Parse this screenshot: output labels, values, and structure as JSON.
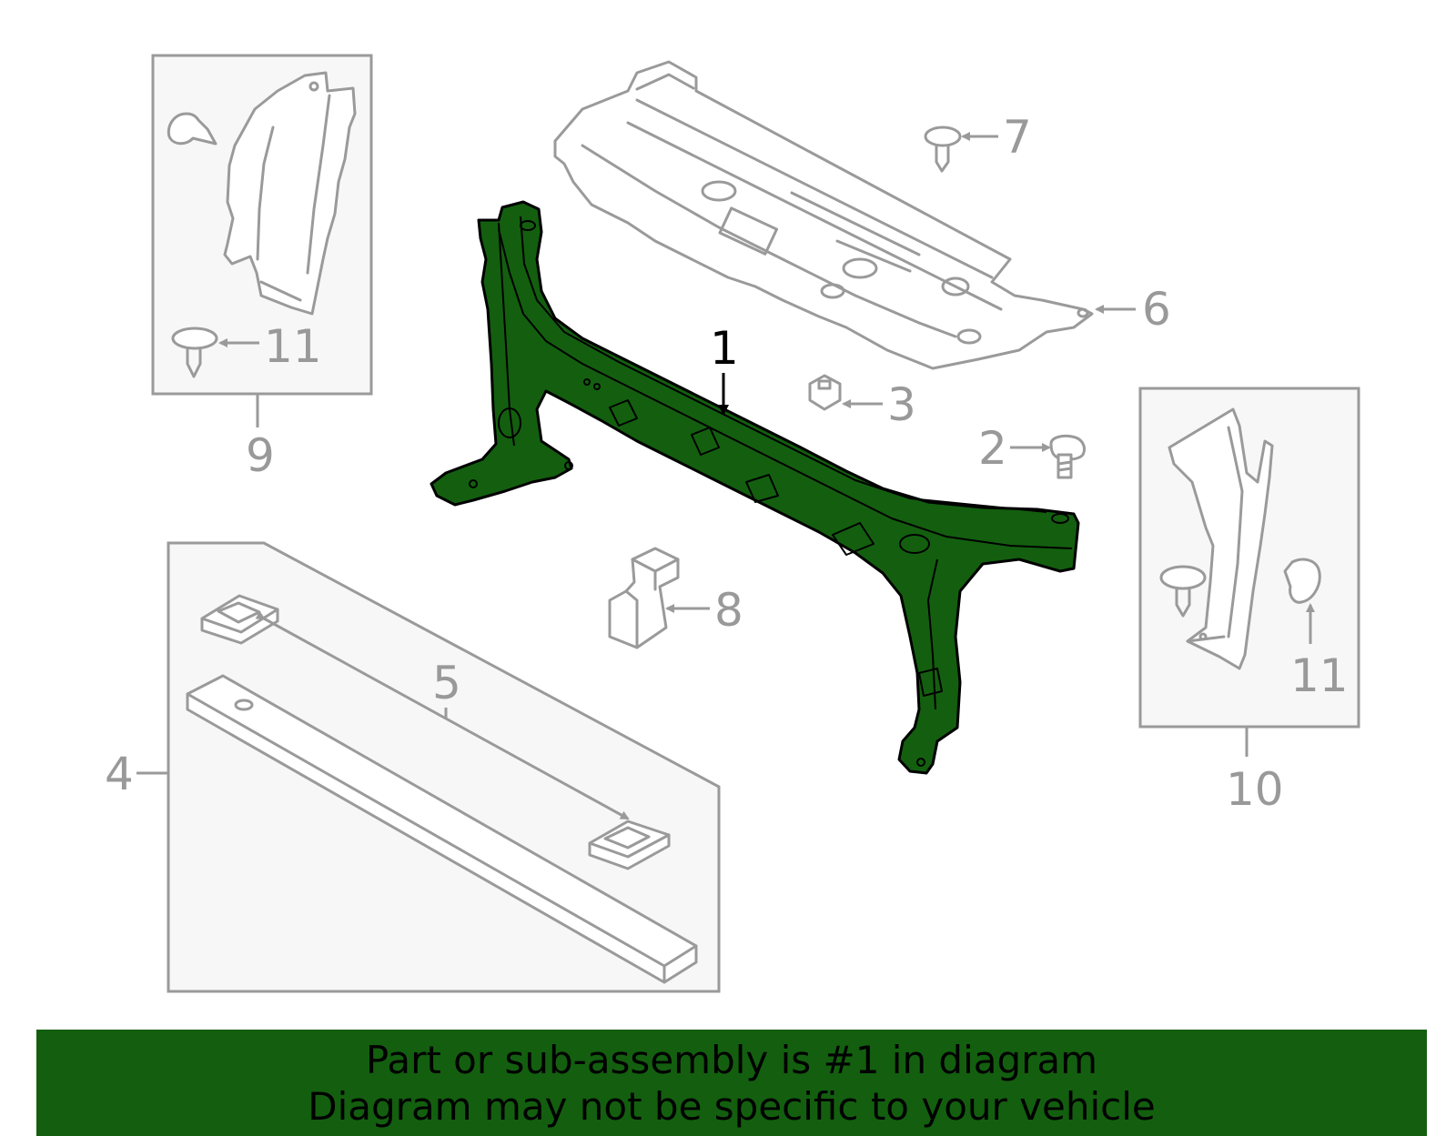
{
  "diagram": {
    "callouts": {
      "c1": "1",
      "c2": "2",
      "c3": "3",
      "c4": "4",
      "c5": "5",
      "c6": "6",
      "c7": "7",
      "c8": "8",
      "c9": "9",
      "c10": "10",
      "c11_left": "11",
      "c11_right": "11"
    },
    "highlighted_part": "1"
  },
  "banner": {
    "line1": "Part or sub-assembly is #1 in diagram",
    "line2": "Diagram may not be specific to your vehicle",
    "background": "#135f0f",
    "text_color": "#000000"
  },
  "colors": {
    "highlight_fill": "#135f0f",
    "ghost_stroke": "#9a9a9a",
    "inset_fill": "#f7f7f7"
  }
}
